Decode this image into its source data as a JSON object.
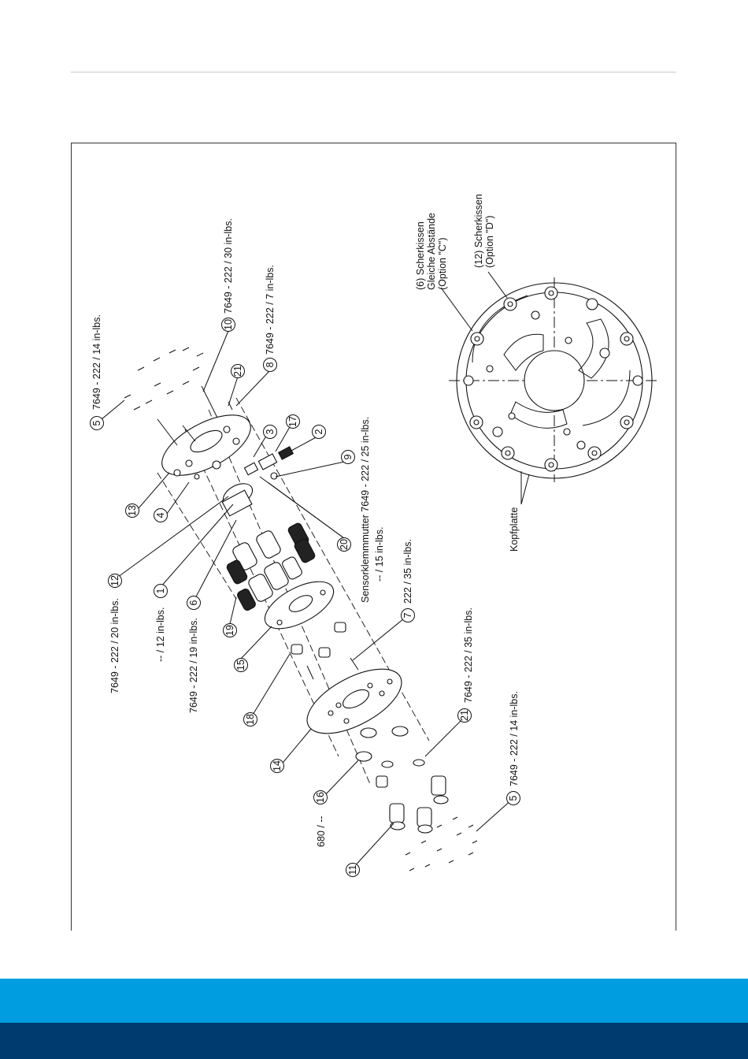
{
  "colors": {
    "accent_light": "#009ee0",
    "accent_dark": "#003b6f",
    "rule": "#c8c8c8"
  },
  "callouts": {
    "c1": "1",
    "c2": "2",
    "c3": "3",
    "c4": "4",
    "c5a": "5",
    "c5b": "5",
    "c6": "6",
    "c7": "7",
    "c8": "8",
    "c9": "9",
    "c10": "10",
    "c11": "11",
    "c12": "12",
    "c13": "13",
    "c14": "14",
    "c15": "15",
    "c16": "16",
    "c17": "17",
    "c18": "18",
    "c19": "19",
    "c20": "20",
    "c21a": "21",
    "c21b": "21"
  },
  "torque": {
    "t5a": "7649 - 222 / 14 in-lbs.",
    "t10": "7649 - 222 / 30 in-lbs.",
    "t8": "7649 - 222 / 7 in-lbs.",
    "t12": "7649 - 222 / 20 in-lbs.",
    "t1": "-- / 12 in-lbs.",
    "t6": "7649 - 222 / 19 in-lbs.",
    "sensor_nut": "Sensorklemmmutter  7649 - 222 / 25 in-lbs.",
    "sensor_nut_2": "-- / 15 in-lbs.",
    "t7": "222 / 35 in-lbs.",
    "t21": "7649 - 222 / 35 in-lbs.",
    "t5b": "7649 - 222 / 14 in-lbs.",
    "t16": "680 / --"
  },
  "plate": {
    "shear_c_1": "(6) Scherkissen",
    "shear_c_2": "Gleiche Abstände",
    "shear_c_3": "(Option \"C\")",
    "shear_d_1": "(12) Scherkissen",
    "shear_d_2": "(Option \"D\")",
    "head_plate": "Kopfplatte"
  }
}
